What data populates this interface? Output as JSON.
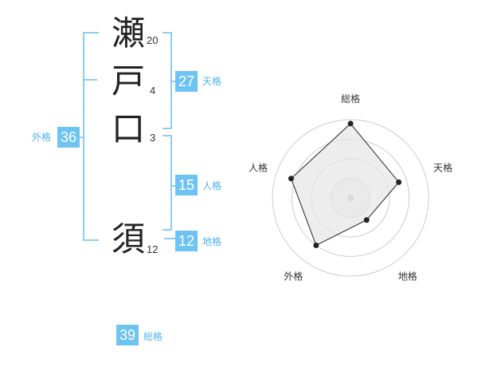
{
  "name": {
    "chars": [
      {
        "char": "瀬",
        "strokes": "20"
      },
      {
        "char": "戸",
        "strokes": "4"
      },
      {
        "char": "口",
        "strokes": "3"
      },
      {
        "char": "須",
        "strokes": "12"
      }
    ]
  },
  "fortune": {
    "tenkaku": {
      "value": "27",
      "label": "天格"
    },
    "jinkaku": {
      "value": "15",
      "label": "人格"
    },
    "chikaku": {
      "value": "12",
      "label": "地格"
    },
    "gaikaku": {
      "value": "36",
      "label": "外格"
    },
    "soukaku": {
      "value": "39",
      "label": "総格"
    }
  },
  "radar": {
    "axes": [
      "総格",
      "天格",
      "地格",
      "外格",
      "人格"
    ],
    "levels": 4,
    "values": [
      0.95,
      0.65,
      0.35,
      0.75,
      0.8
    ],
    "stroke_color": "#222222",
    "fill_color": "#e6e6e6",
    "grid_color": "#cccccc"
  },
  "colors": {
    "accent": "#6fc3f2",
    "bracket": "#8ccdf4"
  }
}
